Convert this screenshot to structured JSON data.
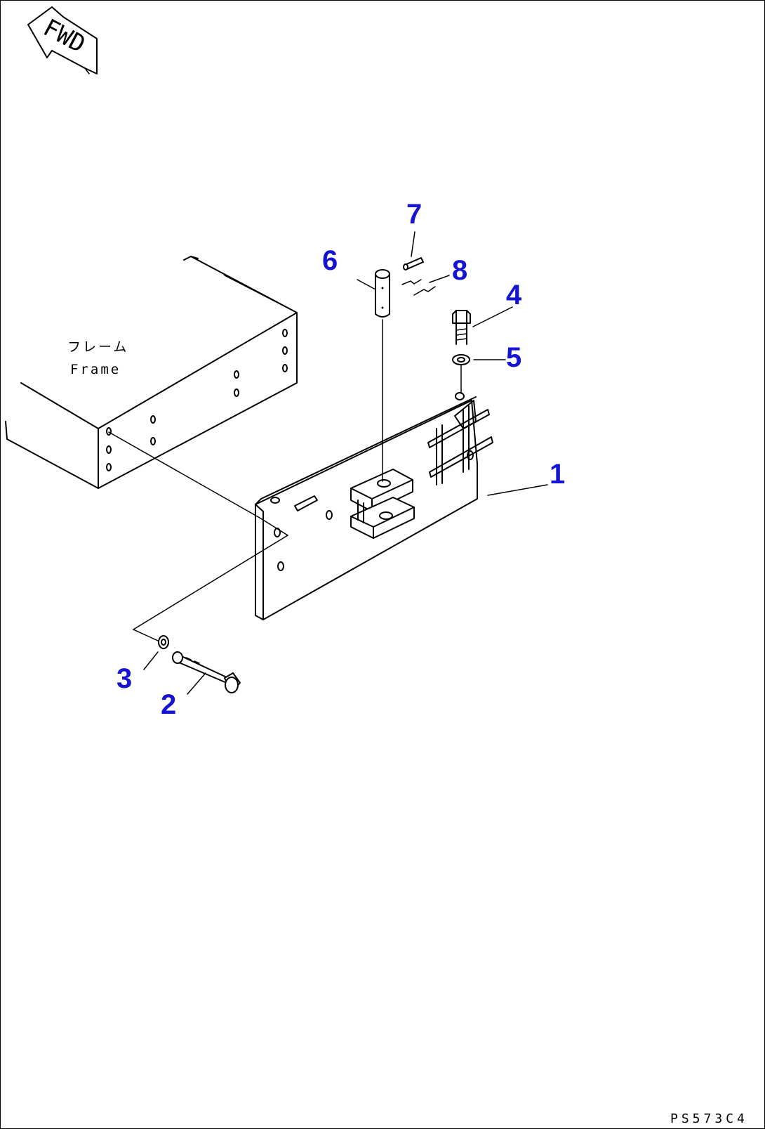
{
  "direction_indicator": {
    "text": "FWD"
  },
  "frame_label": {
    "japanese": "フレーム",
    "english": "Frame"
  },
  "callouts": {
    "c1": "1",
    "c2": "2",
    "c3": "3",
    "c4": "4",
    "c5": "5",
    "c6": "6",
    "c7": "7",
    "c8": "8"
  },
  "drawing_code": "PS573C4",
  "colors": {
    "callout": "#1414d2",
    "line": "#000000",
    "background": "#ffffff"
  }
}
